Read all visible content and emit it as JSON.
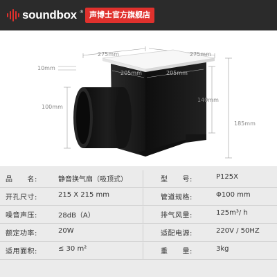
{
  "brand": {
    "name": "soundbox",
    "trademark": "®"
  },
  "store_badge": "声博士官方旗舰店",
  "dimensions": {
    "top_width_left": "275mm",
    "top_width_right": "275mm",
    "panel_thickness": "10mm",
    "body_width_left": "205mm",
    "body_width_right": "205mm",
    "outlet_diameter": "100mm",
    "body_height": "140mm",
    "total_height": "185mm"
  },
  "specs": {
    "rows": [
      {
        "left_label": "品　　名:",
        "left_value": "静音换气扇（吸顶式）",
        "right_label": "型　　号:",
        "right_value": "P125X"
      },
      {
        "left_label": "开孔尺寸:",
        "left_value": "215 X 215 mm",
        "right_label": "管道规格:",
        "right_value": "Φ100 mm"
      },
      {
        "left_label": "噪音声压:",
        "left_value": "28dB（A）",
        "right_label": "排气风量:",
        "right_value": "125m³/ h"
      },
      {
        "left_label": "额定功率:",
        "left_value": "20W",
        "right_label": "适配电源:",
        "right_value": "220V / 50HZ"
      },
      {
        "left_label": "适用面积:",
        "left_value": "≤ 30 m²",
        "right_label": "重　　量:",
        "right_value": "3kg"
      }
    ]
  },
  "colors": {
    "header_bg": "#2b2b2b",
    "brand_red": "#e0312d",
    "spec_bg": "#ebebeb",
    "product_body": "#1c1c1c"
  }
}
